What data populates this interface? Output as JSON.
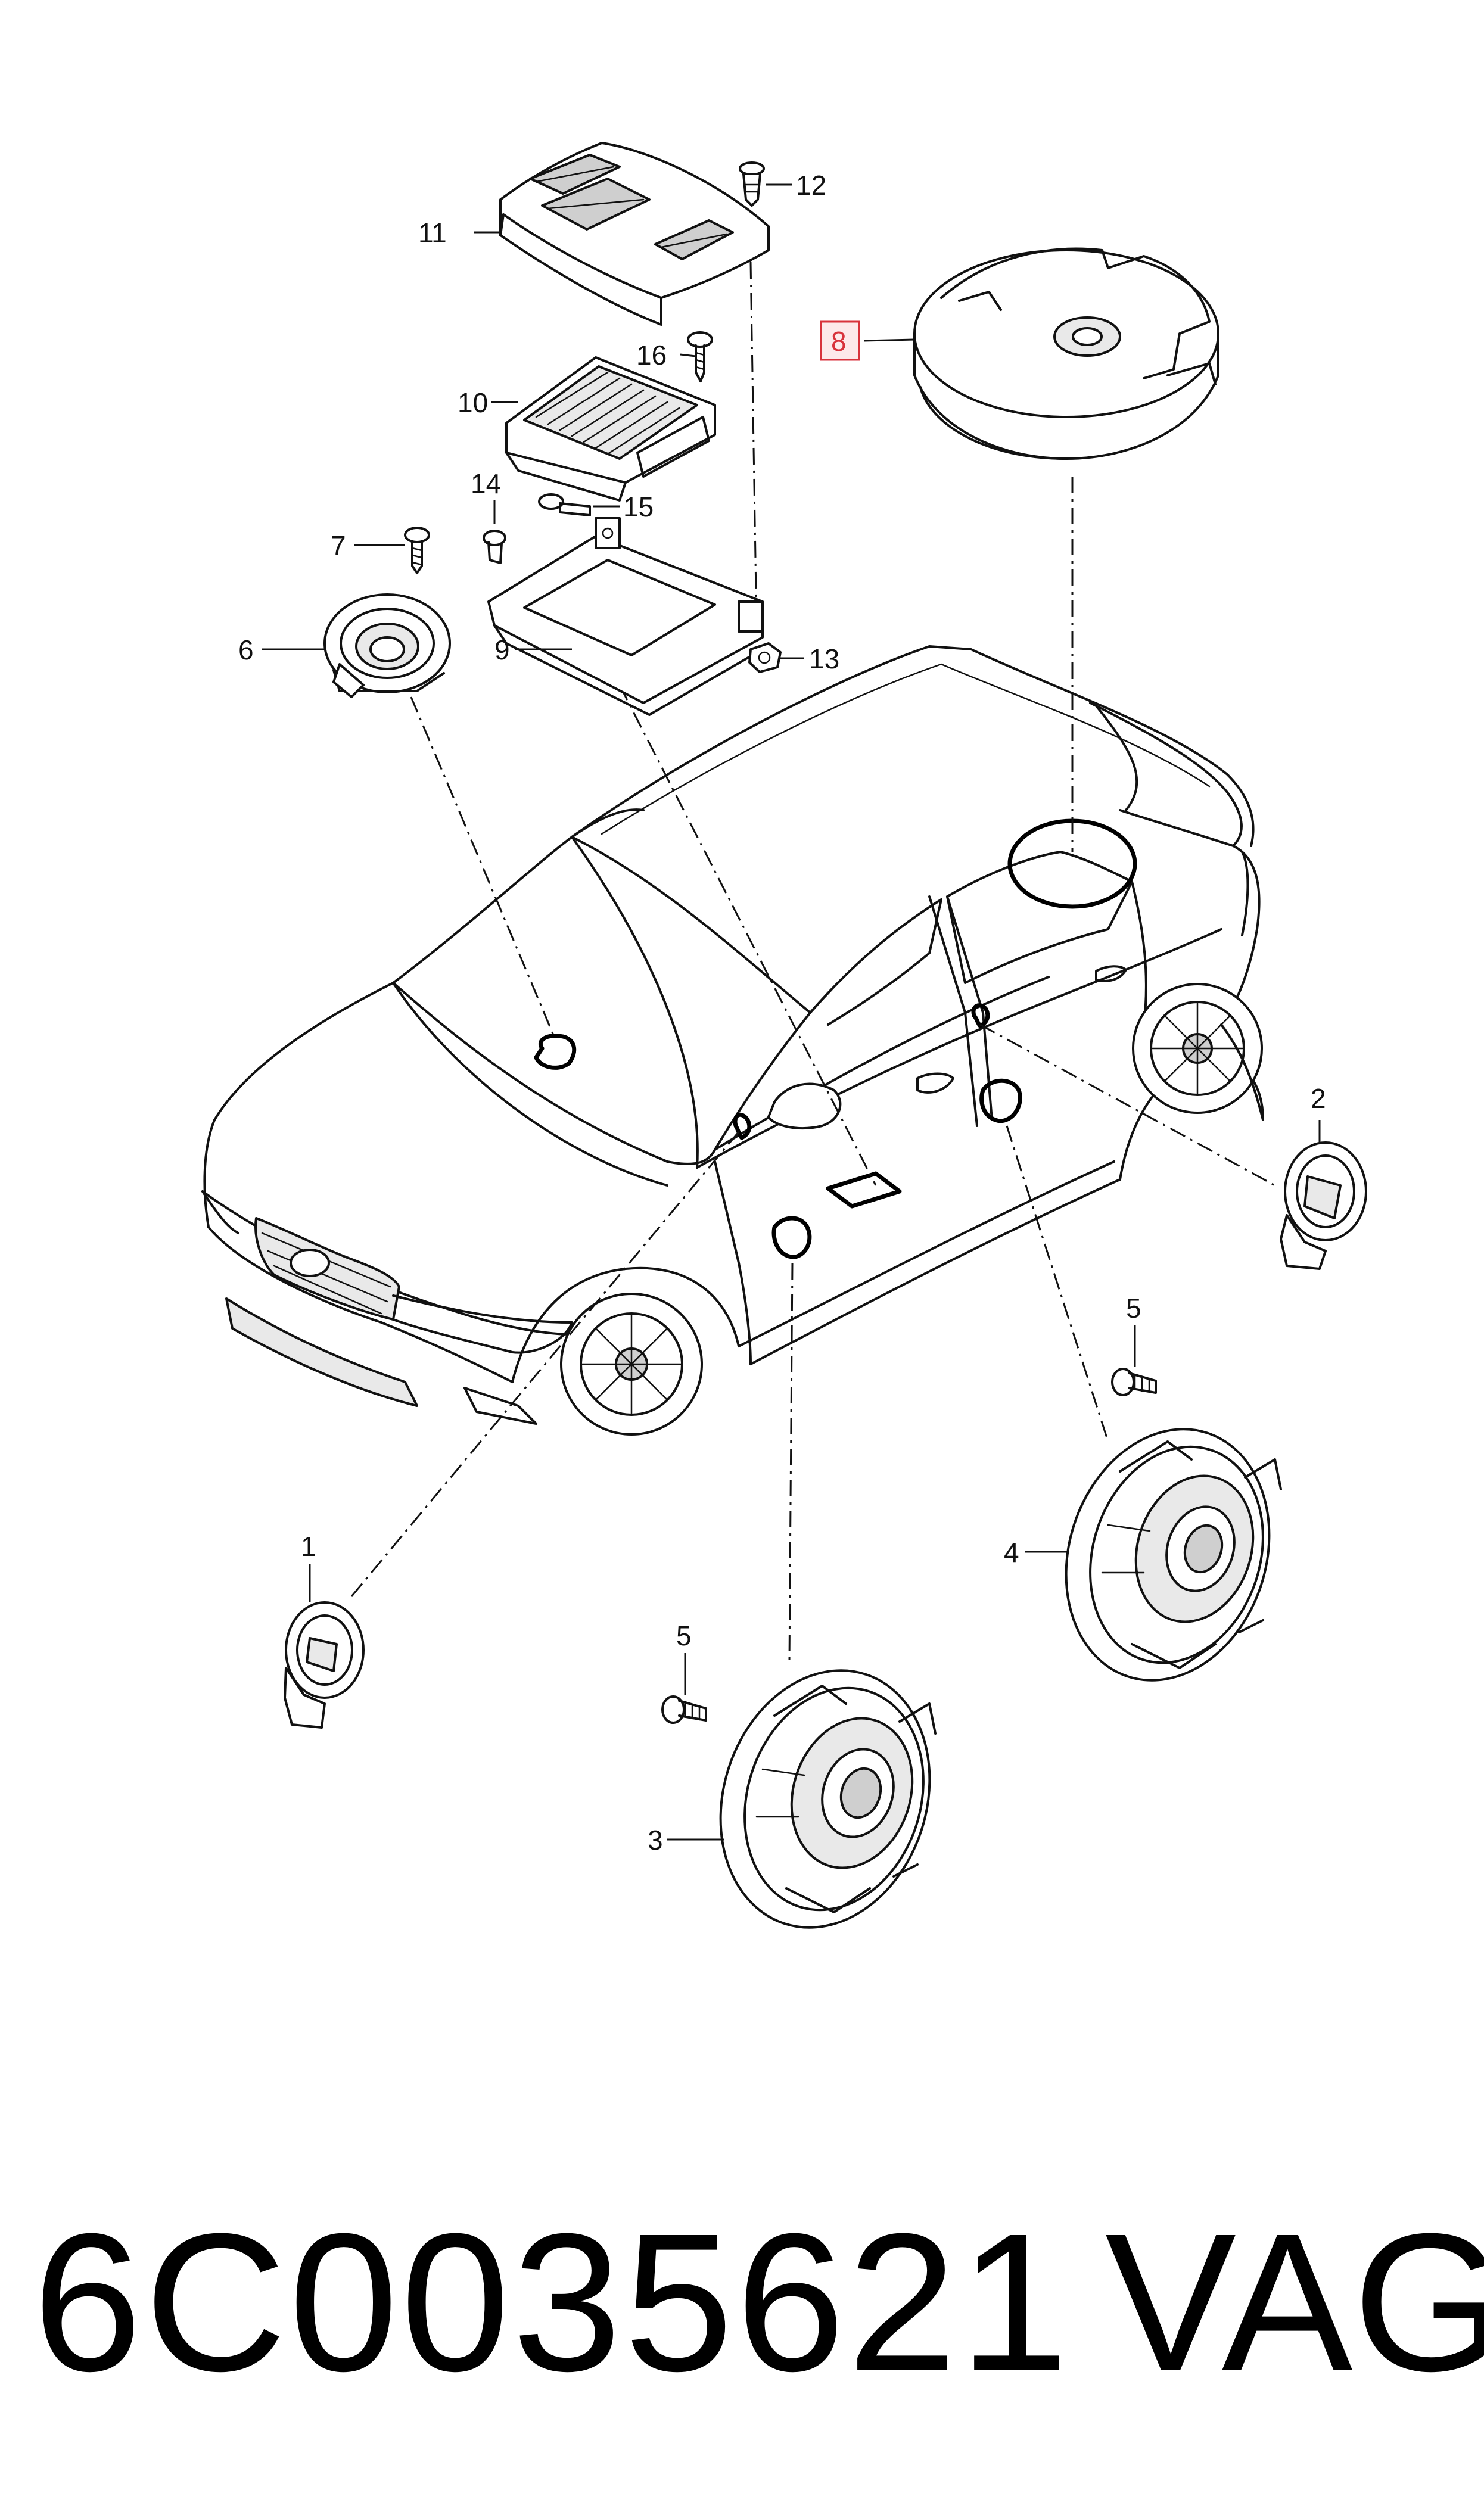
{
  "callouts": {
    "c1": "1",
    "c2": "2",
    "c3": "3",
    "c4": "4",
    "c5a": "5",
    "c5b": "5",
    "c6": "6",
    "c7": "7",
    "c8": "8",
    "c9": "9",
    "c10": "10",
    "c11": "11",
    "c12": "12",
    "c13": "13",
    "c14": "14",
    "c15": "15",
    "c16": "16"
  },
  "highlighted_callout": "8",
  "highlight_color": "#d8323c",
  "footer": {
    "part_number": "6C0035621",
    "brand": "VAG"
  }
}
